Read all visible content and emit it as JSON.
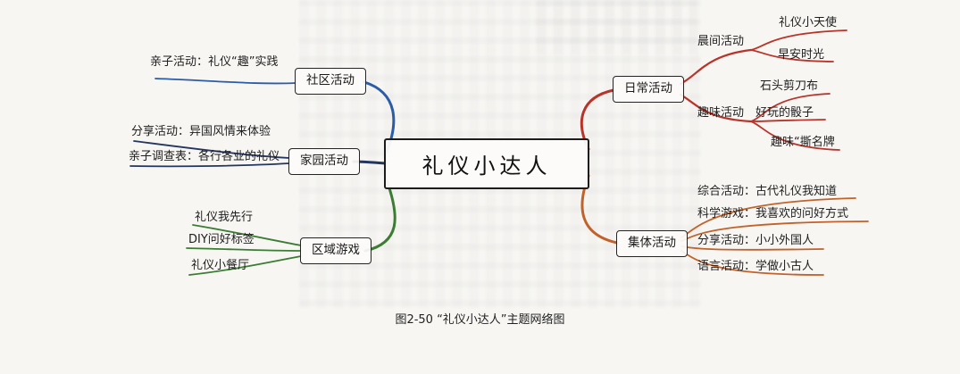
{
  "center": {
    "label": "礼仪小达人"
  },
  "caption": "图2-50 “礼仪小达人”主题网络图",
  "colors": {
    "community": "#2b5ca8",
    "home": "#23365f",
    "area_games": "#3a7d33",
    "daily": "#b8342a",
    "group": "#c2622a",
    "node_border": "#242424",
    "background": "#f7f6f3"
  },
  "branches": {
    "community": {
      "label": "社区活动",
      "leaves": [
        "亲子活动：礼仪“趣”实践"
      ]
    },
    "home": {
      "label": "家园活动",
      "leaves": [
        "分享活动：异国风情来体验",
        "亲子调查表：各行各业的礼仪"
      ]
    },
    "area_games": {
      "label": "区域游戏",
      "leaves": [
        "礼仪我先行",
        "DIY问好标签",
        "礼仪小餐厅"
      ]
    },
    "daily": {
      "label": "日常活动",
      "subs": [
        {
          "label": "晨间活动",
          "leaves": [
            "礼仪小天使",
            "早安时光"
          ]
        },
        {
          "label": "趣味活动",
          "leaves": [
            "石头剪刀布",
            "好玩的骰子",
            "趣味“撕名牌"
          ]
        }
      ]
    },
    "group": {
      "label": "集体活动",
      "leaves": [
        "综合活动：古代礼仪我知道",
        "科学游戏：我喜欢的问好方式",
        "分享活动：小小外国人",
        "语言活动：学做小古人"
      ]
    }
  }
}
